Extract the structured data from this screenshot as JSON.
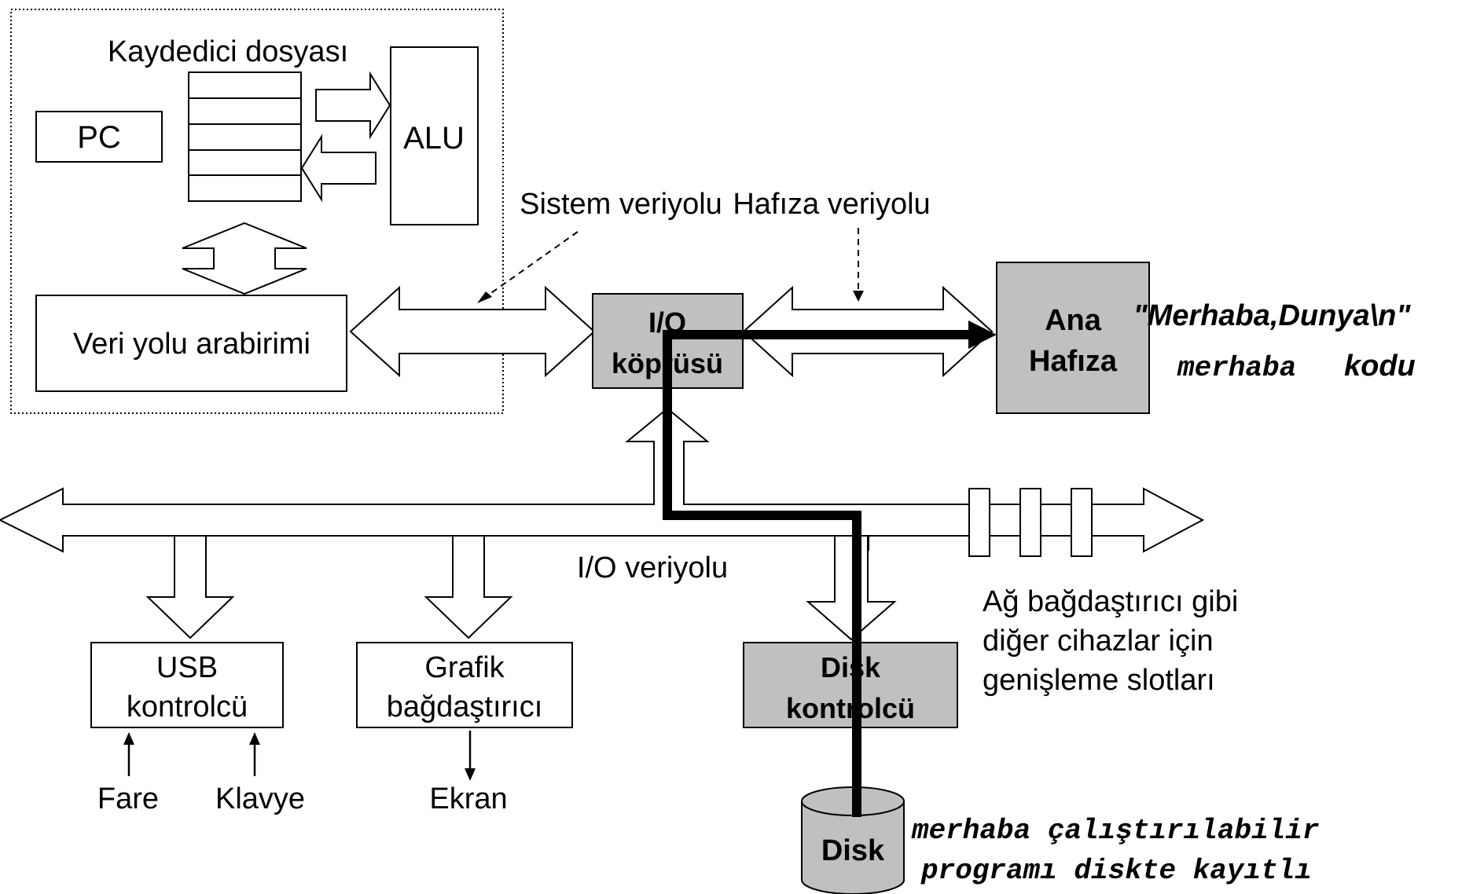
{
  "labels": {
    "register_file": "Kaydedici dosyası",
    "pc": "PC",
    "alu": "ALU",
    "bus_interface": "Veri yolu arabirimi",
    "system_bus": "Sistem veriyolu",
    "memory_bus": "Hafıza veriyolu",
    "io_bridge_line1": "I/O",
    "io_bridge_line2": "köprüsü",
    "main_memory_line1": "Ana",
    "main_memory_line2": "Hafıza",
    "io_bus": "I/O veriyolu",
    "usb_line1": "USB",
    "usb_line2": "kontrolcü",
    "graphics_line1": "Grafik",
    "graphics_line2": "bağdaştırıcı",
    "disk_ctrl_line1": "Disk",
    "disk_ctrl_line2": "kontrolcü",
    "expansion_line1": "Ağ bağdaştırıcı gibi",
    "expansion_line2": "diğer cihazlar için",
    "expansion_line3": "genişleme slotları",
    "mouse": "Fare",
    "keyboard": "Klavye",
    "display": "Ekran",
    "disk": "Disk",
    "hello_string": "\"Merhaba,Dunya\\n\"",
    "hello_code_mono": "merhaba",
    "hello_code_word": "kodu",
    "exec_line1": "merhaba çalıştırılabilir",
    "exec_line2": "programı diskte kayıtlı"
  },
  "colors": {
    "highlight_box": "#c0c0c0",
    "outline": "#000000",
    "background": "#ffffff"
  }
}
